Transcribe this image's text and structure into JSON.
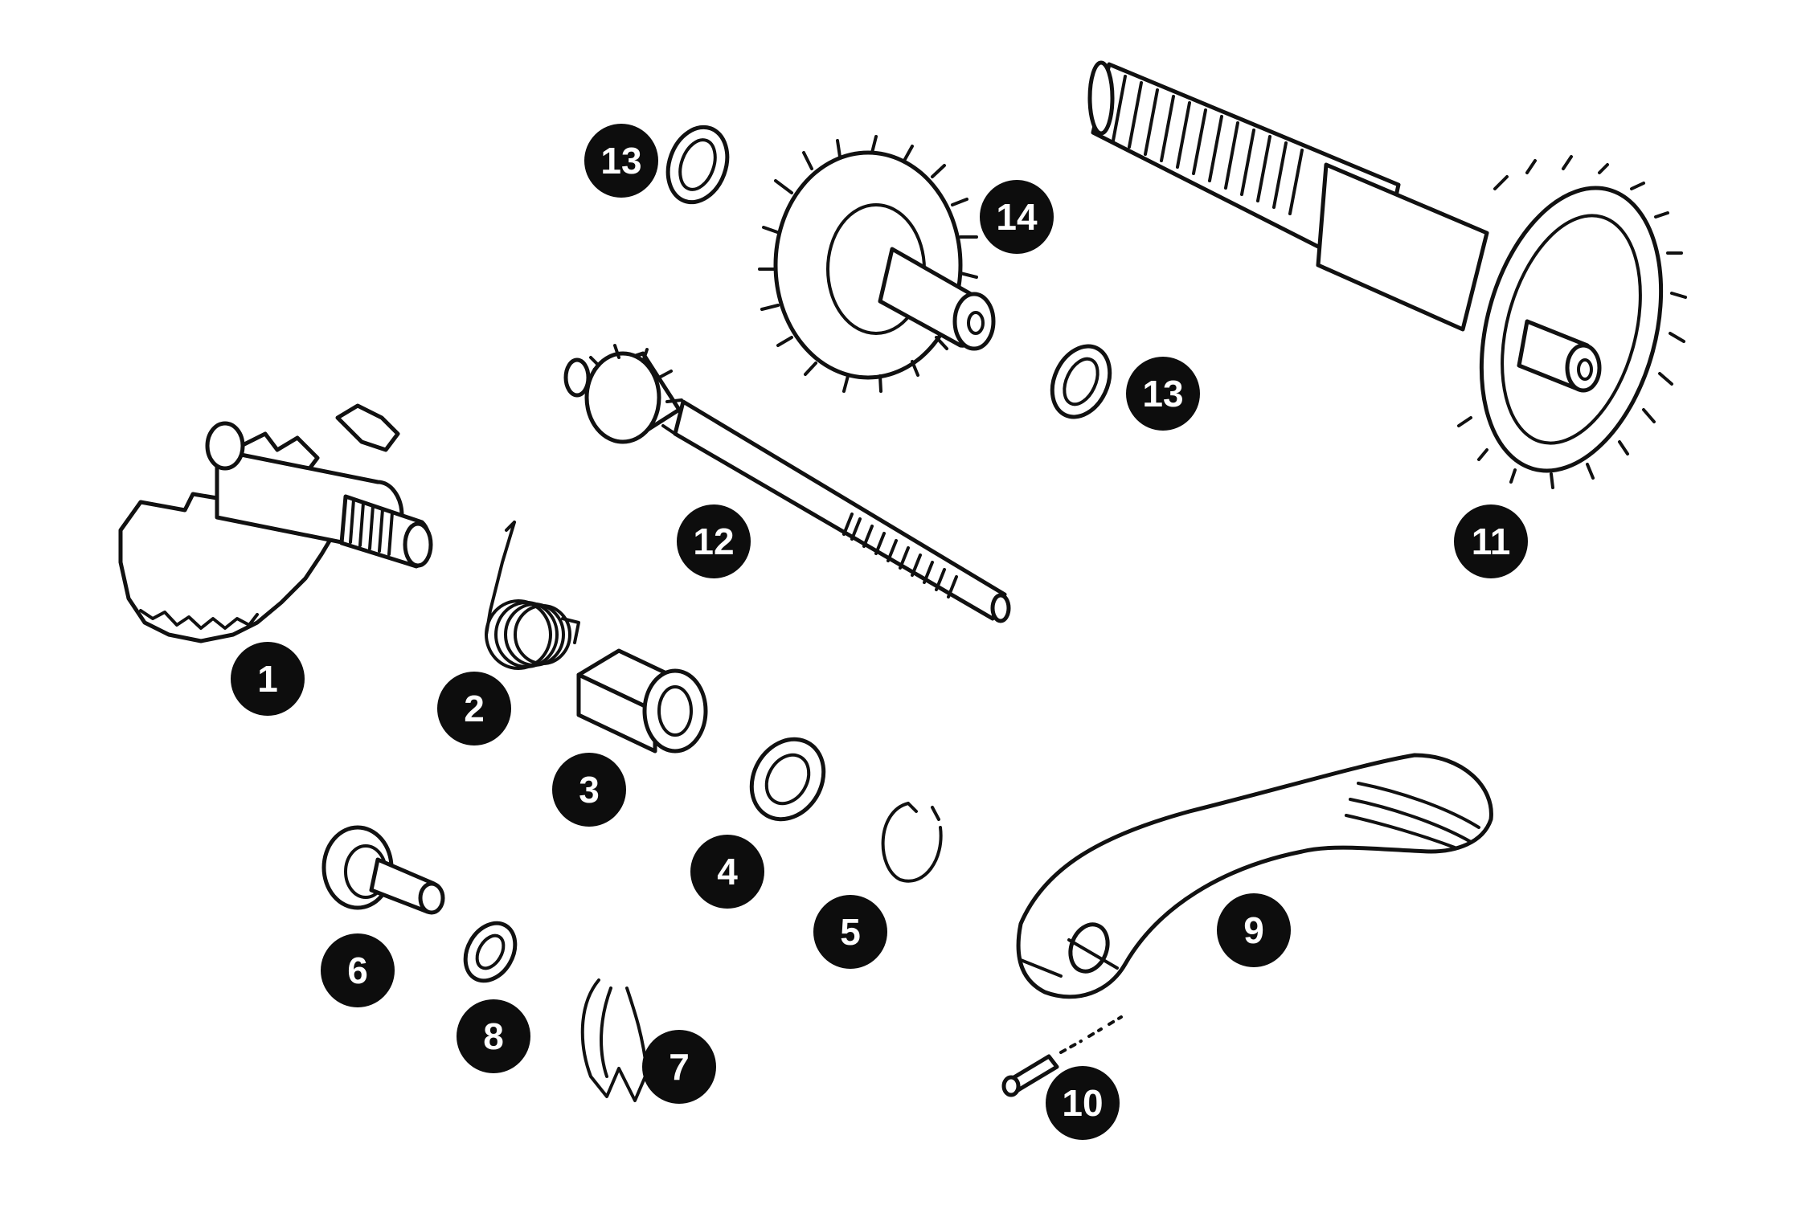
{
  "colors": {
    "ink": "#111111",
    "callout_fill": "#0d0d0d",
    "callout_text": "#ffffff",
    "background": "#ffffff"
  },
  "callouts": [
    {
      "id": "1",
      "label": "1"
    },
    {
      "id": "2",
      "label": "2"
    },
    {
      "id": "3",
      "label": "3"
    },
    {
      "id": "4",
      "label": "4"
    },
    {
      "id": "5",
      "label": "5"
    },
    {
      "id": "6",
      "label": "6"
    },
    {
      "id": "7",
      "label": "7"
    },
    {
      "id": "8",
      "label": "8"
    },
    {
      "id": "9",
      "label": "9"
    },
    {
      "id": "10",
      "label": "10"
    },
    {
      "id": "11",
      "label": "11"
    },
    {
      "id": "12",
      "label": "12"
    },
    {
      "id": "13a",
      "label": "13"
    },
    {
      "id": "13b",
      "label": "13"
    },
    {
      "id": "14",
      "label": "14"
    }
  ]
}
